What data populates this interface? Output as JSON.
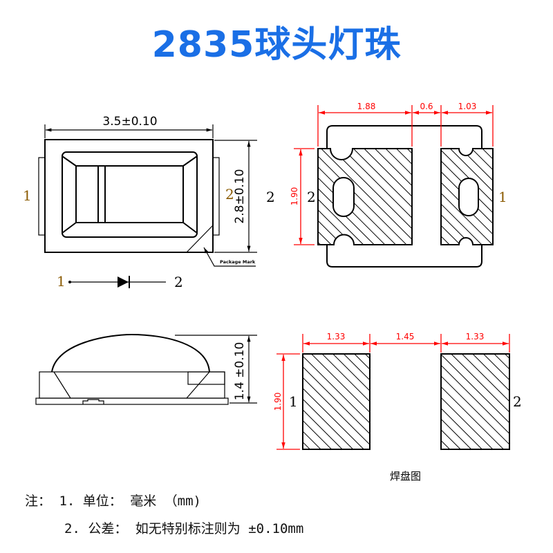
{
  "title": "2835球头灯珠",
  "colors": {
    "title": "#1a6fe6",
    "dimension": "#ff0000",
    "pin_label": "#8a5a00",
    "line": "#000000"
  },
  "top_view": {
    "width_dim": "3.5±0.10",
    "height_dim": "2.8±0.10",
    "pin_left": "1",
    "pin_right_small": "2",
    "pin_right": "2",
    "package_mark": "Package Mark",
    "diode": {
      "anode": "1",
      "cathode": "2"
    }
  },
  "pad_view": {
    "dims_top": [
      "1.88",
      "0.6",
      "1.03"
    ],
    "dim_height": "1.90",
    "pin_left": "2",
    "pin_right": "1"
  },
  "side_view": {
    "height_dim": "1.4 ±0.10"
  },
  "solder_pad": {
    "dims_top": [
      "1.33",
      "1.45",
      "1.33"
    ],
    "dim_height": "1.90",
    "pin_left": "1",
    "pin_right": "2",
    "caption": "焊盘图"
  },
  "notes": {
    "line1": "注： 1. 单位： 毫米 （mm)",
    "line2": "2. 公差： 如无特别标注则为 ±0.10mm"
  }
}
